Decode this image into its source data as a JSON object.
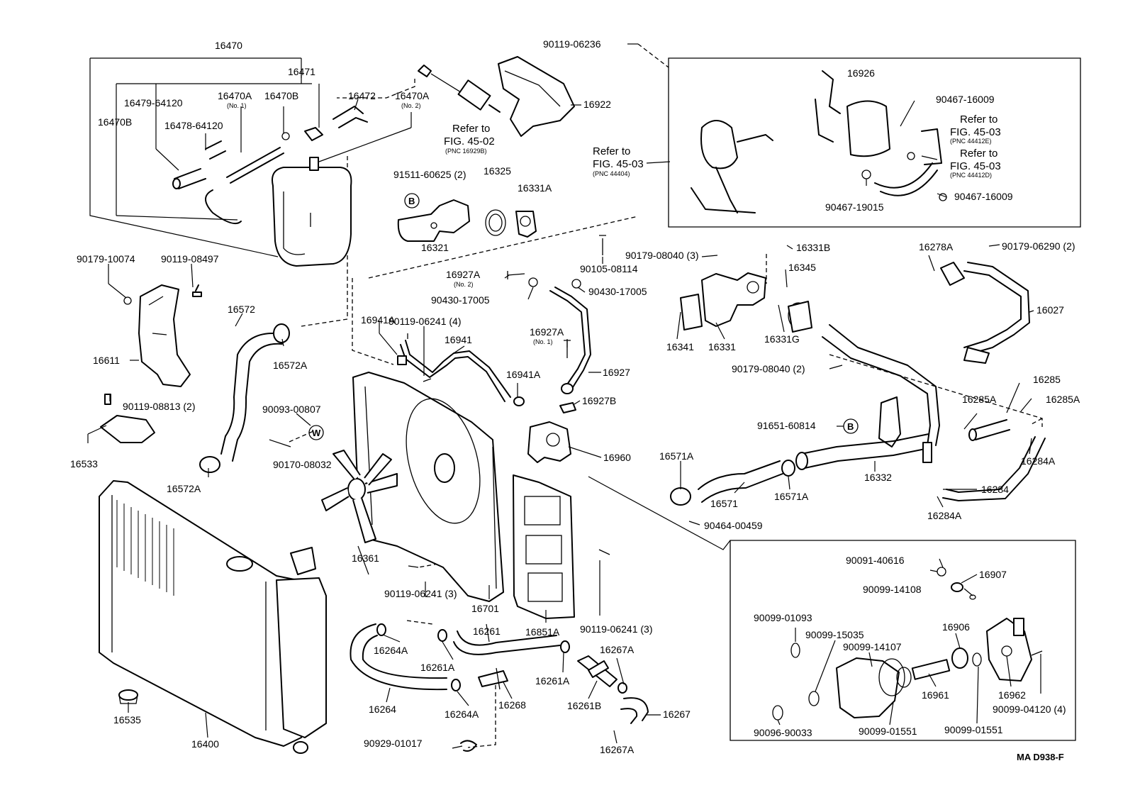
{
  "drawing_code": "MA D938-F",
  "callout_markers": {
    "b": "B",
    "w": "W"
  },
  "labels": {
    "l16470": "16470",
    "l16471": "16471",
    "l16479_64120": "16479-64120",
    "l16470a_1": "16470A",
    "l16470a_1_sub": "(No. 1)",
    "l16470b_top": "16470B",
    "l16472": "16472",
    "l16470a_2": "16470A",
    "l16470a_2_sub": "(No. 2)",
    "l16470b_left": "16470B",
    "l16478_64120": "16478-64120",
    "l16922": "16922",
    "ref_fig4502_a": "Refer to",
    "ref_fig4502_b": "FIG. 45-02",
    "ref_fig4502_c": "(PNC 16929B)",
    "l91511_60625": "91511-60625 (2)",
    "l16325": "16325",
    "l16331a": "16331A",
    "l16321": "16321",
    "l90119_06236": "90119-06236",
    "ref_fig4503_left_a": "Refer to",
    "ref_fig4503_left_b": "FIG. 45-03",
    "ref_fig4503_left_c": "(PNC 44404)",
    "l16926": "16926",
    "l90467_16009_top": "90467-16009",
    "ref_fig4503_r1_a": "Refer to",
    "ref_fig4503_r1_b": "FIG. 45-03",
    "ref_fig4503_r1_c": "(PNC 44412E)",
    "ref_fig4503_r2_a": "Refer to",
    "ref_fig4503_r2_b": "FIG. 45-03",
    "ref_fig4503_r2_c": "(PNC 44412D)",
    "l90467_19015": "90467-19015",
    "l90467_16009_bot": "90467-16009",
    "l90179_10074": "90179-10074",
    "l90119_08497": "90119-08497",
    "l16611": "16611",
    "l16572": "16572",
    "l16572a_top": "16572A",
    "l90119_08813": "90119-08813 (2)",
    "l16533": "16533",
    "l16572a_bot": "16572A",
    "l90093_00807": "90093-00807",
    "l90170_08032": "90170-08032",
    "l90105_08114": "90105-08114",
    "l90179_08040_3": "90179-08040 (3)",
    "l16331b": "16331B",
    "l16345": "16345",
    "l16278a": "16278A",
    "l90179_06290": "90179-06290 (2)",
    "l16027": "16027",
    "l16927a_2": "16927A",
    "l16927a_2_sub": "(No. 2)",
    "l90430_17005_l": "90430-17005",
    "l90430_17005_r": "90430-17005",
    "l16941a_top": "16941A",
    "l90119_06241_4": "90119-06241 (4)",
    "l16941": "16941",
    "l16927a_1": "16927A",
    "l16927a_1_sub": "(No. 1)",
    "l16941a_bot": "16941A",
    "l16927": "16927",
    "l16927b": "16927B",
    "l16960": "16960",
    "l16341": "16341",
    "l16331": "16331",
    "l16331g": "16331G",
    "l90179_08040_2": "90179-08040 (2)",
    "l16285": "16285",
    "l16285a_l": "16285A",
    "l16285a_r": "16285A",
    "l91651_60814": "91651-60814",
    "l16571a_l": "16571A",
    "l16332": "16332",
    "l16284a_r": "16284A",
    "l16571": "16571",
    "l16571a_r": "16571A",
    "l16284": "16284",
    "l16284a_bot": "16284A",
    "l90464_00459": "90464-00459",
    "l16361": "16361",
    "l90119_06241_3a": "90119-06241 (3)",
    "l16701": "16701",
    "l16851a": "16851A",
    "l90119_06241_3b": "90119-06241 (3)",
    "l90091_40616": "90091-40616",
    "l16907": "16907",
    "l90099_14108": "90099-14108",
    "l90099_01093": "90099-01093",
    "l90099_15035": "90099-15035",
    "l90099_14107": "90099-14107",
    "l16906": "16906",
    "l16961": "16961",
    "l16962": "16962",
    "l90099_04120": "90099-04120 (4)",
    "l90096_90033": "90096-90033",
    "l90099_01551_a": "90099-01551",
    "l90099_01551_b": "90099-01551",
    "l16261": "16261",
    "l16264a_top": "16264A",
    "l16261a_l": "16261A",
    "l16267a_top": "16267A",
    "l16261a_r": "16261A",
    "l16264": "16264",
    "l16264a_bot": "16264A",
    "l16268": "16268",
    "l16261b": "16261B",
    "l16267": "16267",
    "l16267a_bot": "16267A",
    "l90929_01017": "90929-01017",
    "l16535": "16535",
    "l16400": "16400"
  }
}
